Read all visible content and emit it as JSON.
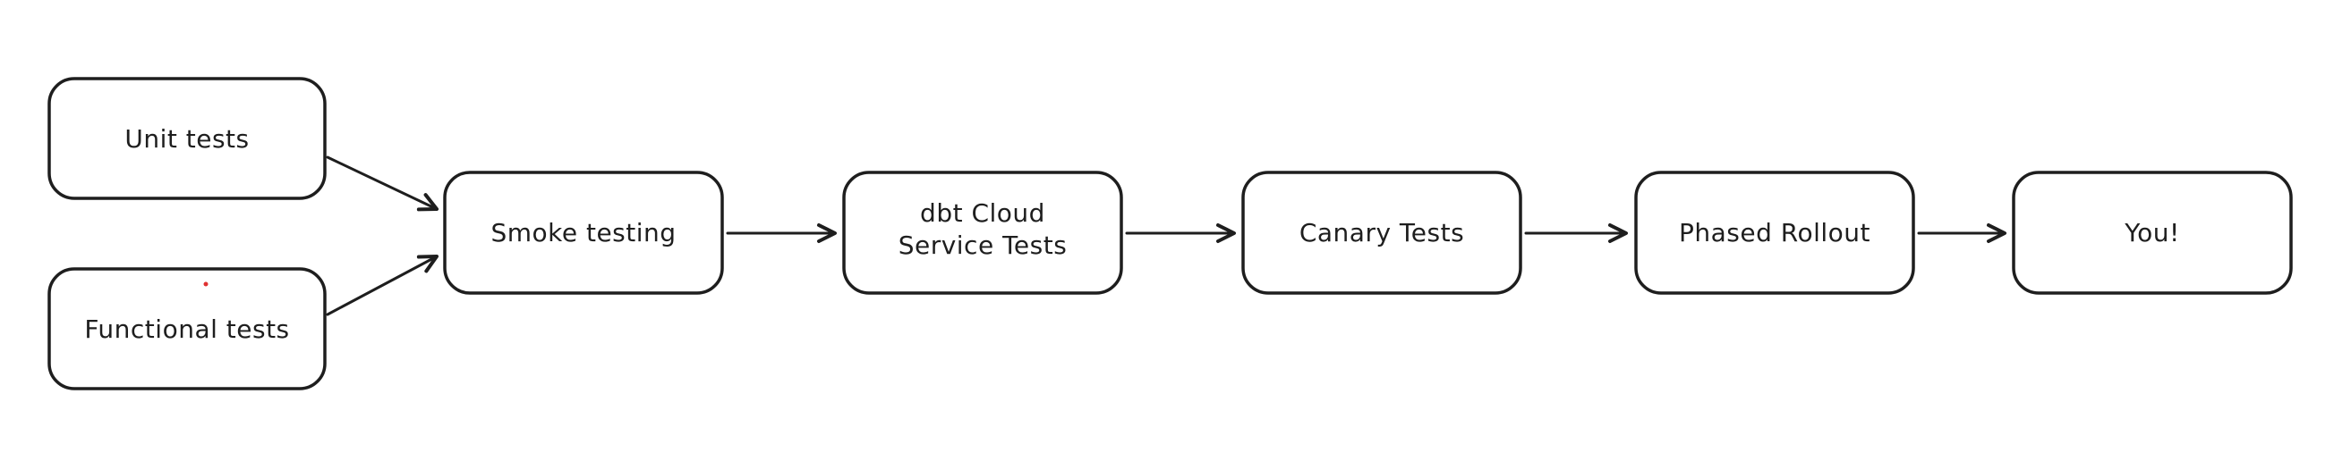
{
  "diagram": {
    "background_color": "#ffffff",
    "stroke_color": "#1e1e1e",
    "node_fill_color": "#ffffff",
    "artifact_dot_color": "#e03131",
    "nodes": {
      "unit_tests": {
        "label": "Unit tests"
      },
      "functional_tests": {
        "label": "Functional tests"
      },
      "smoke_testing": {
        "label": "Smoke testing"
      },
      "dbt_cloud_service_tests": {
        "label_line1": "dbt Cloud",
        "label_line2": "Service Tests"
      },
      "canary_tests": {
        "label": "Canary Tests"
      },
      "phased_rollout": {
        "label": "Phased Rollout"
      },
      "you": {
        "label": "You!"
      }
    },
    "edges": [
      {
        "from": "unit_tests",
        "to": "smoke_testing"
      },
      {
        "from": "functional_tests",
        "to": "smoke_testing"
      },
      {
        "from": "smoke_testing",
        "to": "dbt_cloud_service_tests"
      },
      {
        "from": "dbt_cloud_service_tests",
        "to": "canary_tests"
      },
      {
        "from": "canary_tests",
        "to": "phased_rollout"
      },
      {
        "from": "phased_rollout",
        "to": "you"
      }
    ]
  }
}
